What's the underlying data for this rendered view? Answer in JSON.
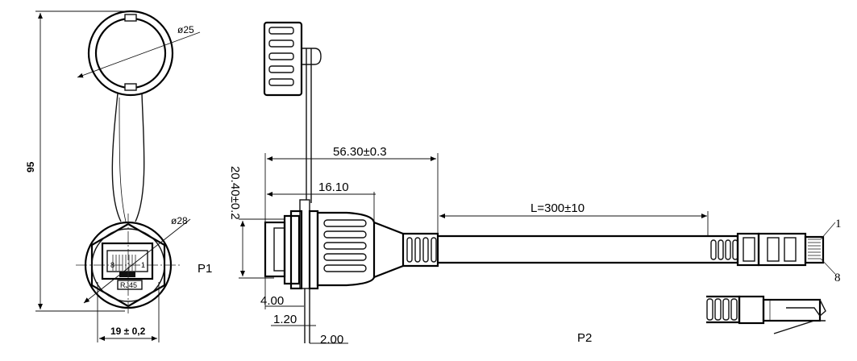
{
  "p1": {
    "label": "P1",
    "dim_total_height": "95",
    "dim_cap_diameter": "ø25",
    "dim_flange_diameter": "ø28",
    "dim_width": "19 ± 0,2",
    "port_label": "RJ45",
    "pin_first": "8",
    "pin_last": "1"
  },
  "p2": {
    "label": "P2",
    "dim_overall_length": "56.30±0.3",
    "dim_body_height": "20.40±0.2",
    "dim_thread_length": "16.10",
    "dim_panel_gap": "4.00",
    "dim_panel_thickness": "1.20",
    "dim_offset": "2.00",
    "dim_cable_length": "L=300±10",
    "pin_top": "1",
    "pin_bottom": "8"
  }
}
